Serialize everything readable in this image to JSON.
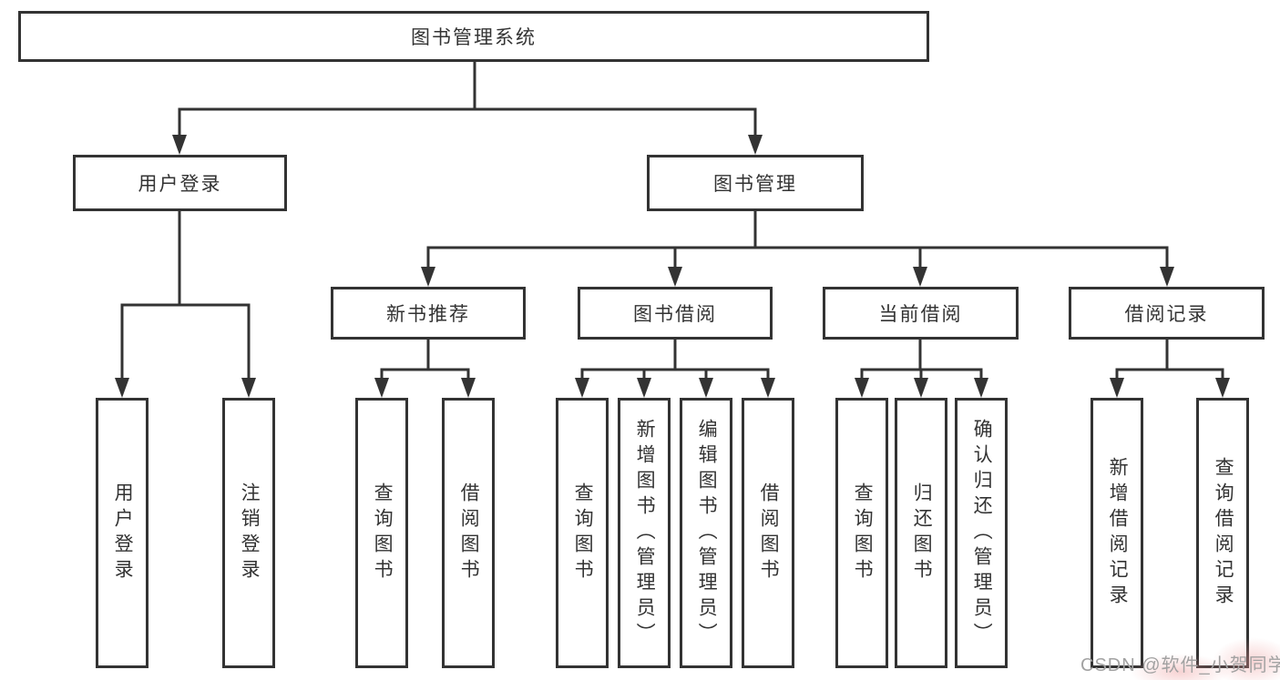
{
  "diagram": {
    "root": {
      "label": "图书管理系统"
    },
    "level2": [
      {
        "label": "用户登录"
      },
      {
        "label": "图书管理"
      }
    ],
    "level3": [
      {
        "label": "新书推荐"
      },
      {
        "label": "图书借阅"
      },
      {
        "label": "当前借阅"
      },
      {
        "label": "借阅记录"
      }
    ],
    "leaves": {
      "user_login": [
        "用户登录",
        "注销登录"
      ],
      "new_books": [
        "查询图书",
        "借阅图书"
      ],
      "book_borrow": [
        "查询图书",
        "新增图书（管理员）",
        "编辑图书（管理员）",
        "借阅图书"
      ],
      "current_borrow": [
        "查询图书",
        "归还图书",
        "确认归还（管理员）"
      ],
      "borrow_records": [
        "新增借阅记录",
        "查询借阅记录"
      ]
    }
  },
  "watermark": {
    "text": "CSDN @软件_小贺同学"
  },
  "colors": {
    "line": "#333333",
    "text": "#333333",
    "watermark": "#a2a2a2",
    "accent_pink": "#ec9292"
  }
}
